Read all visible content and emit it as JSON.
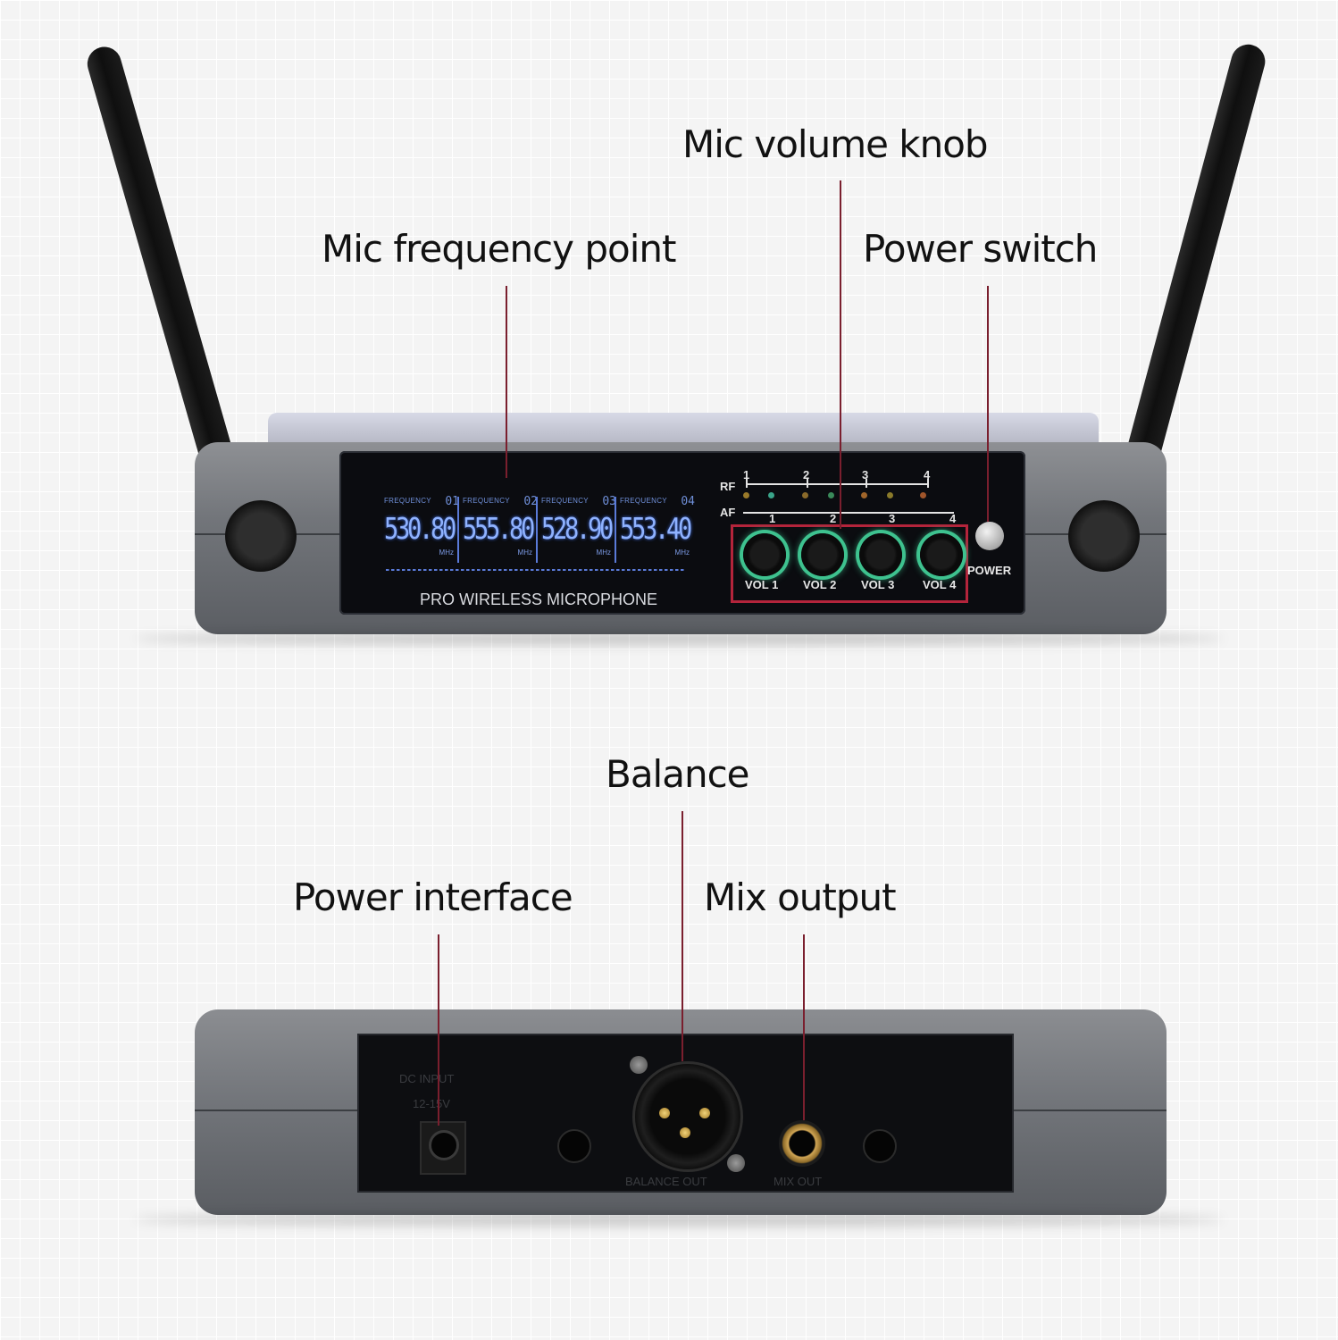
{
  "callouts": {
    "mic_volume_knob": "Mic volume knob",
    "mic_frequency_point": "Mic frequency point",
    "power_switch": "Power switch",
    "balance": "Balance",
    "power_interface": "Power interface",
    "mix_output": "Mix output"
  },
  "front_panel": {
    "title": "PRO WIRELESS MICROPHONE",
    "channels": [
      {
        "label": "FREQUENCY",
        "num": "01",
        "value": "530.80",
        "unit": "MHz"
      },
      {
        "label": "FREQUENCY",
        "num": "02",
        "value": "555.80",
        "unit": "MHz"
      },
      {
        "label": "FREQUENCY",
        "num": "03",
        "value": "528.90",
        "unit": "MHz"
      },
      {
        "label": "FREQUENCY",
        "num": "04",
        "value": "553.40",
        "unit": "MHz"
      }
    ],
    "rf_label": "RF",
    "af_label": "AF",
    "channel_numbers": [
      "1",
      "2",
      "3",
      "4"
    ],
    "knobs": [
      "VOL 1",
      "VOL 2",
      "VOL 3",
      "VOL 4"
    ],
    "power_label": "POWER"
  },
  "back_panel": {
    "dc_input": "DC INPUT",
    "dc_voltage": "12-15V",
    "balance_out": "BALANCE OUT",
    "mix_out": "MIX OUT"
  },
  "colors": {
    "leader_line": "#7a1f2e",
    "knob_box": "#b4243b",
    "lcd_blue": "#8fb2ff",
    "knob_ring": "#3ec28f"
  }
}
